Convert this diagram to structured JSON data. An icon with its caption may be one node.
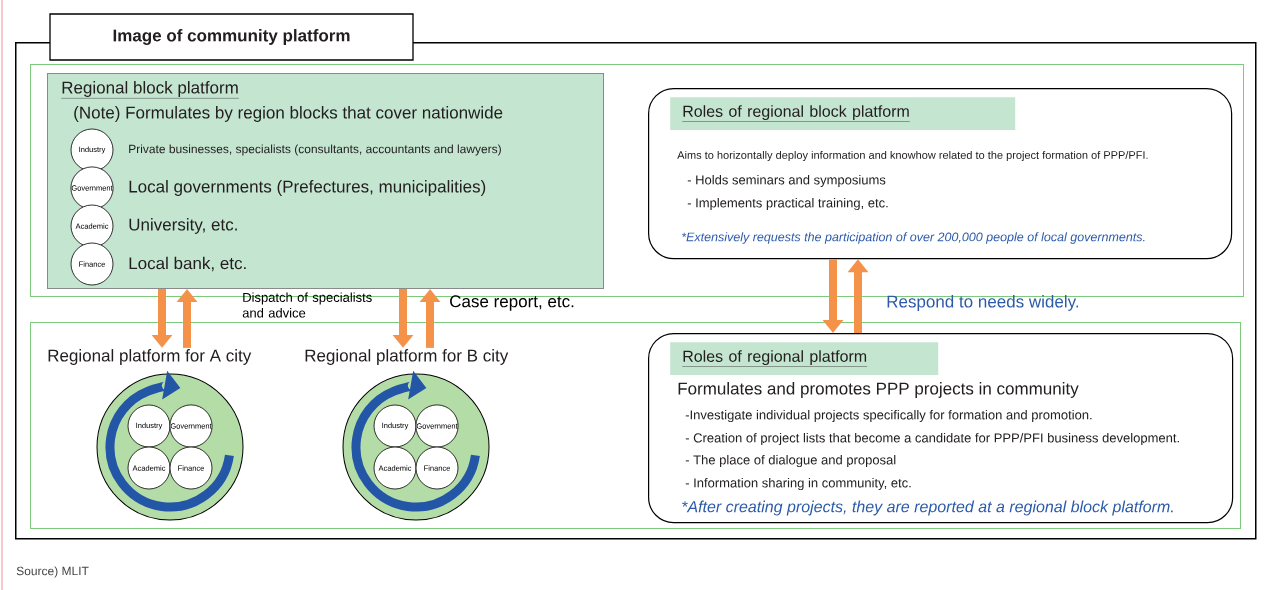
{
  "diagram": {
    "nodes": [
      {
        "text": [
          "Image of community platform"
        ]
      },
      {
        "text": [],
        "shape": "box",
        "in": 0
      },
      {
        "text": [
          "Regional block platform",
          "(Note) Formulates by region blocks that cover nationwide"
        ],
        "in": 1
      },
      {
        "text": [
          "Industry"
        ],
        "beside": [
          "Private businesses, specialists (consultants, accountants and lawyers)"
        ],
        "in": 2
      },
      {
        "text": [
          "Government"
        ],
        "beside": [
          "Local governments (Prefectures, municipalities)"
        ],
        "in": 2
      },
      {
        "text": [
          "Academic"
        ],
        "beside": [
          "University, etc."
        ],
        "in": 2
      },
      {
        "text": [
          "Finance"
        ],
        "beside": [
          "Local bank, etc."
        ],
        "in": 2
      },
      {
        "text": [
          "Roles of regional block platform",
          "Aims to horizontally deploy information and knowhow related to the project formation of PPP/PFI.",
          "- Holds seminars and symposiums",
          "- Implements practical training, etc.",
          "*Extensively requests the participation of over 200,000 people of local governments."
        ],
        "in": 1
      },
      {
        "text": [],
        "shape": "box",
        "in": 0
      },
      {
        "text": [
          "Regional platform for A city"
        ],
        "in": 8
      },
      {
        "text": [
          "Industry"
        ],
        "in": 9
      },
      {
        "text": [
          "Government"
        ],
        "in": 9
      },
      {
        "text": [
          "Academic"
        ],
        "in": 9
      },
      {
        "text": [
          "Finance"
        ],
        "in": 9
      },
      {
        "text": [
          "Regional platform for B city"
        ],
        "in": 8
      },
      {
        "text": [
          "Industry"
        ],
        "in": 14
      },
      {
        "text": [
          "Government"
        ],
        "in": 14
      },
      {
        "text": [
          "Academic"
        ],
        "in": 14
      },
      {
        "text": [
          "Finance"
        ],
        "in": 14
      },
      {
        "text": [
          "Roles of regional platform",
          "Formulates and promotes PPP projects in community",
          "-Investigate individual projects specifically for formation and promotion.",
          "- Creation of project lists that become a candidate for PPP/PFI business development.",
          "- The place of dialogue and proposal",
          "- Information sharing in community, etc.",
          "*After creating projects, they are reported at a regional block platform."
        ],
        "in": 8
      }
    ],
    "edges": [
      {
        "from": 2,
        "to": 9,
        "arrow": "to"
      },
      {
        "from": 9,
        "to": 2,
        "arrow": "to"
      },
      {
        "from": 2,
        "to": 14,
        "arrow": "to"
      },
      {
        "from": 14,
        "to": 2,
        "arrow": "to"
      },
      {
        "from": 7,
        "to": 19,
        "arrow": "to"
      },
      {
        "from": 19,
        "to": 7,
        "arrow": "to"
      }
    ],
    "labels": [
      "Dispatch of specialists and advice",
      "Case report, etc.",
      "Respond to needs widely.",
      "Source) MLIT"
    ]
  }
}
